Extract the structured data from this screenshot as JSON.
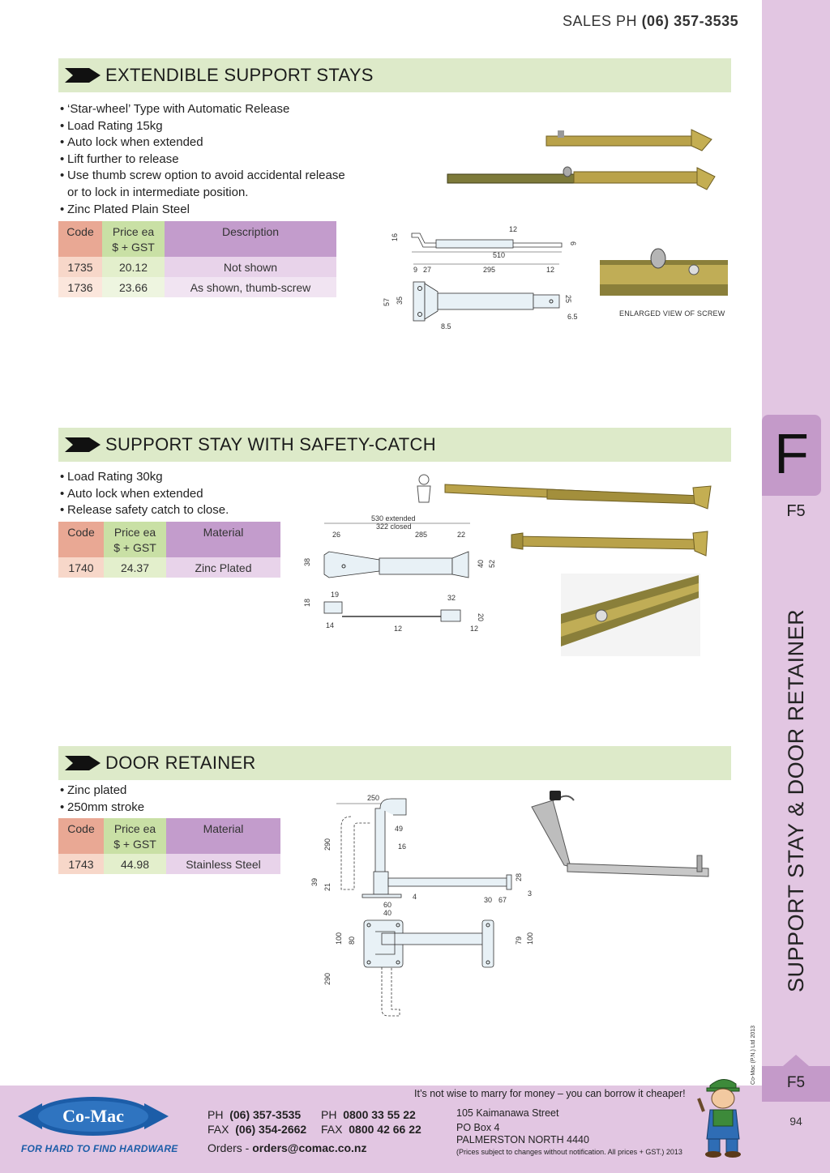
{
  "header": {
    "sales_label": "SALES  PH",
    "sales_phone": "(06) 357-3535"
  },
  "side_tab": {
    "letter": "F",
    "code_top": "F5",
    "vertical_title": "SUPPORT STAY & DOOR RETAINER",
    "copyright": "© Co-Mac (P.N.) Ltd 2013",
    "code_bottom": "F5",
    "page_number": "94"
  },
  "section1": {
    "title": "EXTENDIBLE SUPPORT STAYS",
    "bullets": [
      "‘Star-wheel’ Type with Automatic Release",
      "Load Rating 15kg",
      "Auto lock when extended",
      "Lift further to release",
      "Use thumb screw option to avoid accidental release",
      "Zinc Plated Plain Steel"
    ],
    "bullet_cont": "or to lock in intermediate position.",
    "table": {
      "headers": [
        "Code",
        "Price ea",
        "$ + GST",
        "Description"
      ],
      "rows": [
        {
          "code": "1735",
          "price": "20.12",
          "desc": "Not shown"
        },
        {
          "code": "1736",
          "price": "23.66",
          "desc": "As shown, thumb-screw"
        }
      ]
    },
    "dims": {
      "d16": "16",
      "d12a": "12",
      "d6": "6",
      "d510": "510",
      "d9": "9",
      "d27": "27",
      "d295": "295",
      "d12b": "12",
      "d57": "57",
      "d35": "35",
      "d25": "25",
      "d85": "8.5",
      "d65": "6.5"
    },
    "caption": "ENLARGED VIEW OF SCREW"
  },
  "section2": {
    "title": "SUPPORT STAY WITH SAFETY-CATCH",
    "bullets": [
      "Load Rating 30kg",
      "Auto lock when extended",
      "Release safety catch to close."
    ],
    "table": {
      "headers": [
        "Code",
        "Price ea",
        "$ + GST",
        "Material"
      ],
      "rows": [
        {
          "code": "1740",
          "price": "24.37",
          "desc": "Zinc Plated"
        }
      ]
    },
    "dims": {
      "ext": "530 extended",
      "closed": "322 closed",
      "d26": "26",
      "d285": "285",
      "d22": "22",
      "d38": "38",
      "d40": "40",
      "d52": "52",
      "d19": "19",
      "d18": "18",
      "d32": "32",
      "d20": "20",
      "d14": "14",
      "d12a": "12",
      "d12b": "12"
    }
  },
  "section3": {
    "title": "DOOR RETAINER",
    "bullets": [
      "Zinc plated",
      "250mm stroke"
    ],
    "table": {
      "headers": [
        "Code",
        "Price ea",
        "$ + GST",
        "Material"
      ],
      "rows": [
        {
          "code": "1743",
          "price": "44.98",
          "desc": "Stainless Steel"
        }
      ]
    },
    "dims": {
      "d250": "250",
      "d49": "49",
      "d16": "16",
      "d290a": "290",
      "d39": "39",
      "d21": "21",
      "d28": "28",
      "d3": "3",
      "d4": "4",
      "d30": "30",
      "d67": "67",
      "d60": "60",
      "d40": "40",
      "d100a": "100",
      "d80": "80",
      "d79": "79",
      "d100b": "100",
      "d290b": "290"
    }
  },
  "footer": {
    "quote": "It’s not wise to marry for money – you can borrow it cheaper!",
    "logo_name": "Co-Mac",
    "logo_tag": "FOR HARD TO FIND HARDWARE",
    "ph_label": "PH",
    "ph": "(06) 357-3535",
    "fax_label": "FAX",
    "fax": "(06) 354-2662",
    "ph2_label": "PH",
    "ph2": "0800 33 55 22",
    "fax2_label": "FAX",
    "fax2": "0800 42 66 22",
    "orders_label": "Orders - ",
    "orders_email": "orders@comac.co.nz",
    "address": [
      "105 Kaimanawa Street",
      "PO Box 4",
      "PALMERSTON NORTH 4440"
    ],
    "fineprint": "(Prices subject to changes without notification.  All prices + GST.)  2013"
  },
  "colors": {
    "section_bar": "#ddeac9",
    "side_band": "#e2c6e2",
    "tab": "#c49ac9",
    "logo_blue": "#1c5da8"
  }
}
